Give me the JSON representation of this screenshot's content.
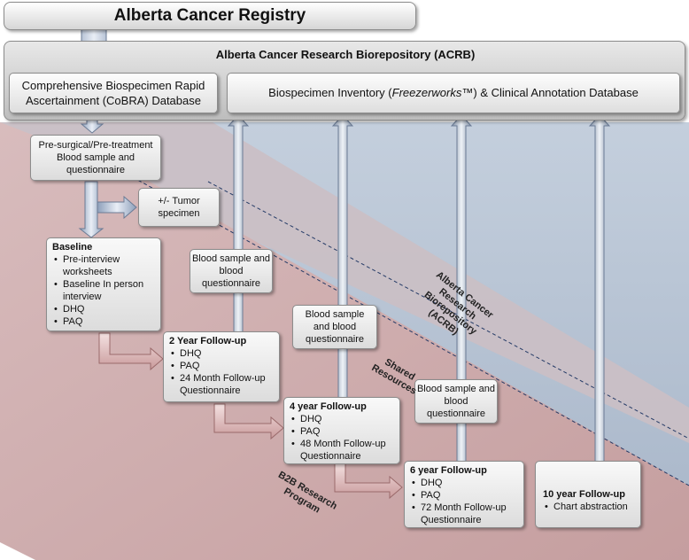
{
  "registry": {
    "title": "Alberta Cancer Registry"
  },
  "acrb": {
    "title": "Alberta Cancer Research Biorepository (ACRB)",
    "cobra_line1": "Comprehensive Biospecimen Rapid",
    "cobra_line2": "Ascertainment (CoBRA)  Database",
    "inventory_prefix": "Biospecimen Inventory (",
    "inventory_italic": "Freezerworks",
    "inventory_suffix": "™) & Clinical Annotation Database"
  },
  "presurgical": {
    "text": "Pre-surgical/Pre-treatment Blood sample and questionnaire"
  },
  "tumor": {
    "text": "+/- Tumor specimen"
  },
  "baseline": {
    "title": "Baseline",
    "items": [
      "Pre-interview worksheets",
      "Baseline In person interview",
      "DHQ",
      "PAQ"
    ]
  },
  "blood_samples": [
    {
      "text": "Blood sample and blood questionnaire"
    },
    {
      "text": "Blood sample and blood questionnaire"
    },
    {
      "text": "Blood sample and blood questionnaire"
    }
  ],
  "followups": [
    {
      "title": "2 Year Follow-up",
      "items": [
        "DHQ",
        "PAQ",
        "24 Month Follow-up Questionnaire"
      ]
    },
    {
      "title": "4 year Follow-up",
      "items": [
        "DHQ",
        "PAQ",
        "48 Month Follow-up Questionnaire"
      ]
    },
    {
      "title": "6 year Follow-up",
      "items": [
        "DHQ",
        "PAQ",
        "72 Month Follow-up Questionnaire"
      ]
    },
    {
      "title": "10 year Follow-up",
      "items": [
        "Chart abstraction"
      ]
    }
  ],
  "band_labels": {
    "acrb": "Alberta Cancer Research Biorepository (ACRB)",
    "shared_line1": "Shared",
    "shared_line2": "Resources",
    "b2b_line1": "B2B Research",
    "b2b_line2": "Program"
  }
}
